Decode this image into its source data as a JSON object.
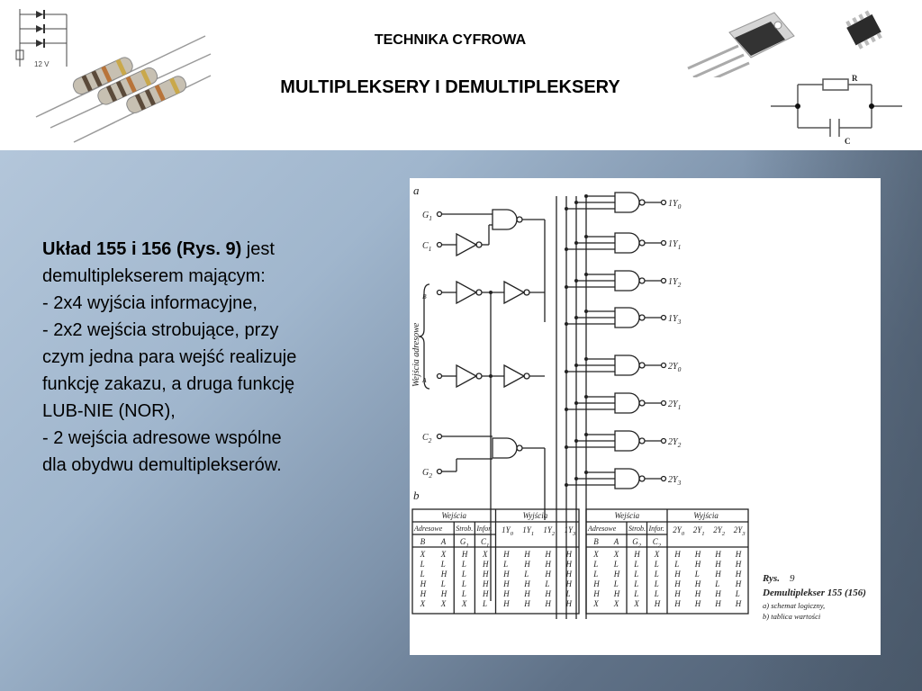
{
  "header": {
    "title_top": "TECHNIKA CYFROWA",
    "title_main": "MULTIPLEKSERY I DEMULTIPLEKSERY",
    "deco_voltage_label": "12 V",
    "deco_resistor_label": "R",
    "deco_capacitor_label": "C"
  },
  "content": {
    "bold_intro": "Układ 155 i 156 (Rys. 9)",
    "intro_rest": " jest",
    "lines": [
      "demultiplekserem mającym:",
      "- 2x4 wyjścia informacyjne,",
      "- 2x2 wejścia strobujące, przy",
      "czym jedna para wejść realizuje",
      "funkcję zakazu, a druga funkcję",
      "LUB-NIE (NOR),",
      "- 2 wejścia adresowe wspólne",
      "dla obydwu demultiplekserów."
    ]
  },
  "figure": {
    "part_a": "a",
    "part_b": "b",
    "inputs": [
      "G1",
      "C1",
      "B",
      "A",
      "C2",
      "G2"
    ],
    "side_label": "Wejścia adresowe",
    "outputs": [
      "1Y0",
      "1Y1",
      "1Y2",
      "1Y3",
      "2Y0",
      "2Y1",
      "2Y2",
      "2Y3"
    ],
    "table1": {
      "group_in": "Wejścia",
      "group_out": "Wyjścia",
      "sub": [
        "Adresowe",
        "Strob.",
        "Infor."
      ],
      "cols": [
        "B",
        "A",
        "G1",
        "C1",
        "1Y0",
        "1Y1",
        "1Y2",
        "1Y3"
      ],
      "rows": [
        [
          "X",
          "X",
          "H",
          "X",
          "H",
          "H",
          "H",
          "H"
        ],
        [
          "L",
          "L",
          "L",
          "H",
          "L",
          "H",
          "H",
          "H"
        ],
        [
          "L",
          "H",
          "L",
          "H",
          "H",
          "L",
          "H",
          "H"
        ],
        [
          "H",
          "L",
          "L",
          "H",
          "H",
          "H",
          "L",
          "H"
        ],
        [
          "H",
          "H",
          "L",
          "H",
          "H",
          "H",
          "H",
          "L"
        ],
        [
          "X",
          "X",
          "X",
          "L",
          "H",
          "H",
          "H",
          "H"
        ]
      ]
    },
    "table2": {
      "group_in": "Wejścia",
      "group_out": "Wyjścia",
      "sub": [
        "Adresowe",
        "Strob.",
        "Infor."
      ],
      "cols": [
        "B",
        "A",
        "G2",
        "C2",
        "2Y0",
        "2Y1",
        "2Y2",
        "2Y3"
      ],
      "rows": [
        [
          "X",
          "X",
          "H",
          "X",
          "H",
          "H",
          "H",
          "H"
        ],
        [
          "L",
          "L",
          "L",
          "L",
          "L",
          "H",
          "H",
          "H"
        ],
        [
          "L",
          "H",
          "L",
          "L",
          "H",
          "L",
          "H",
          "H"
        ],
        [
          "H",
          "L",
          "L",
          "L",
          "H",
          "H",
          "L",
          "H"
        ],
        [
          "H",
          "H",
          "L",
          "L",
          "H",
          "H",
          "H",
          "L"
        ],
        [
          "X",
          "X",
          "X",
          "H",
          "H",
          "H",
          "H",
          "H"
        ]
      ]
    },
    "caption": {
      "rys": "Rys.",
      "rys_num": "9",
      "title": "Demultiplekser 155 (156)",
      "a": "a) schemat logiczny,",
      "b": "b) tablica wartości"
    }
  }
}
